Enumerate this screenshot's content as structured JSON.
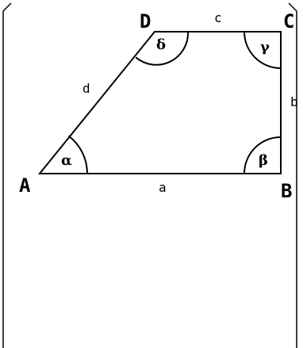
{
  "vertices": {
    "A": "A",
    "B": "B",
    "C": "C",
    "D": "D"
  },
  "sides": {
    "a": "a",
    "b": "b",
    "c": "c",
    "d": "d"
  },
  "angles": {
    "alpha": "α",
    "beta": "β",
    "gamma": "γ",
    "delta": "δ"
  }
}
